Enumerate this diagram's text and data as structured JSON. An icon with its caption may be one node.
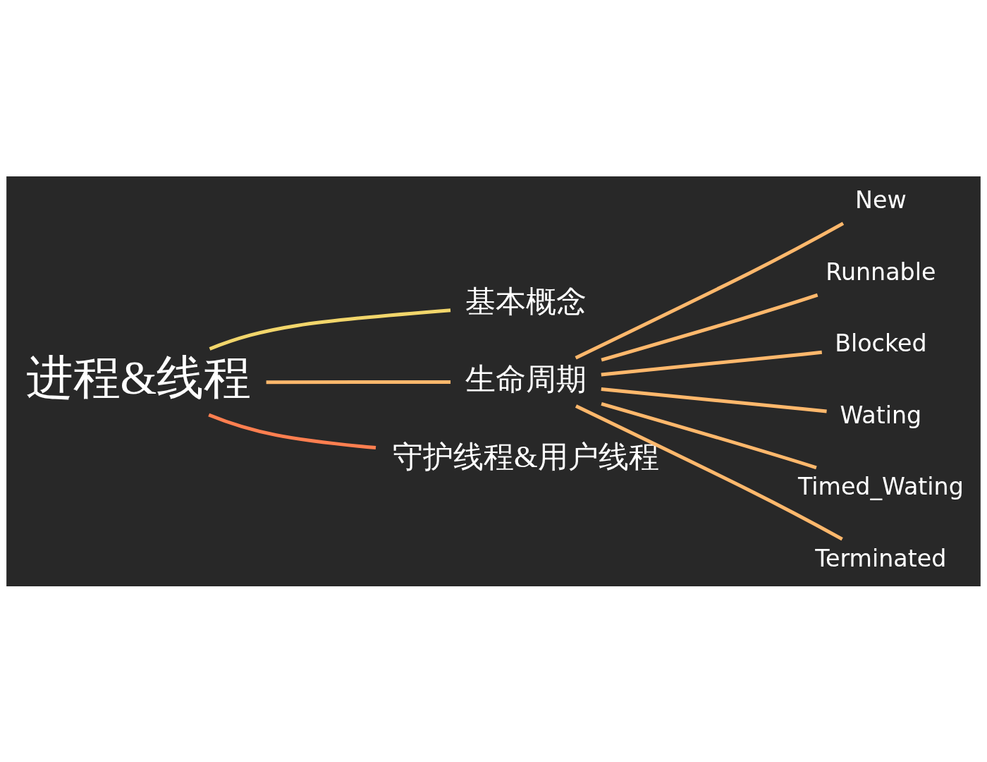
{
  "diagram": {
    "nodes": [
      {
        "text": [
          "进程&线程"
        ]
      },
      {
        "text": [
          "基本概念"
        ]
      },
      {
        "text": [
          "生命周期"
        ]
      },
      {
        "text": [
          "守护线程&用户线程"
        ]
      },
      {
        "text": [
          "New"
        ]
      },
      {
        "text": [
          "Runnable"
        ]
      },
      {
        "text": [
          "Blocked"
        ]
      },
      {
        "text": [
          "Wating"
        ]
      },
      {
        "text": [
          "Timed_Wating"
        ]
      },
      {
        "text": [
          "Terminated"
        ]
      }
    ],
    "edges": [
      {
        "from": 0,
        "to": 1,
        "arrow": "none",
        "color": "#f2d66b"
      },
      {
        "from": 0,
        "to": 2,
        "arrow": "none"
      },
      {
        "from": 0,
        "to": 3,
        "arrow": "none",
        "color": "#ff7f50"
      },
      {
        "from": 2,
        "to": 4,
        "arrow": "none"
      },
      {
        "from": 2,
        "to": 5,
        "arrow": "none"
      },
      {
        "from": 2,
        "to": 6,
        "arrow": "none"
      },
      {
        "from": 2,
        "to": 7,
        "arrow": "none"
      },
      {
        "from": 2,
        "to": 8,
        "arrow": "none"
      },
      {
        "from": 2,
        "to": 9,
        "arrow": "none"
      }
    ]
  }
}
